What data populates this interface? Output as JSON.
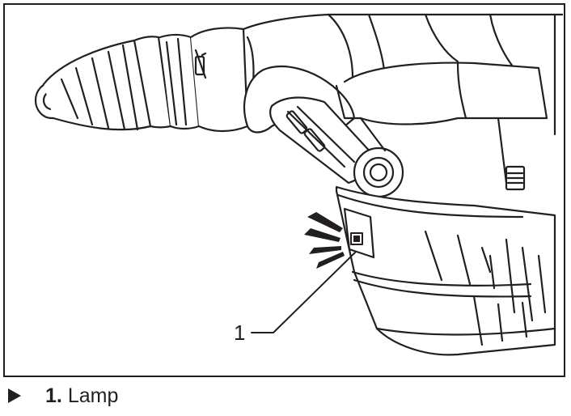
{
  "figure": {
    "callout_number": "1",
    "callout_target_icon": "lamp-icon",
    "subject_icon": "rotary-hammer-drill-icon"
  },
  "caption": {
    "marker_icon": "right-triangle-marker-icon",
    "number": "1.",
    "label": "Lamp"
  }
}
